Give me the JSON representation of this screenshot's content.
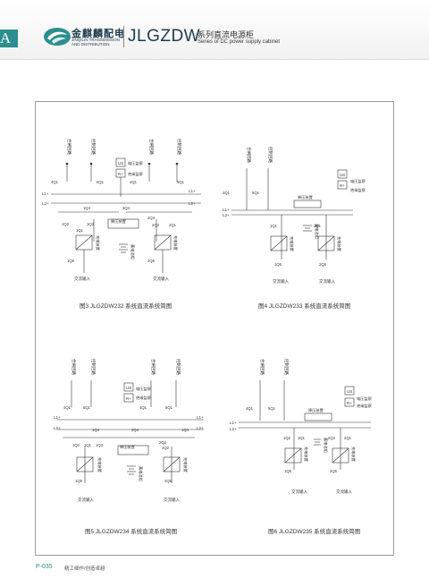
{
  "header": {
    "badge_letter": "A",
    "company_cn": "金麒麟配电",
    "company_en": "JINQILIN TRANSMISSION AND DISTRIBUTION",
    "model": "JLGZDW",
    "series_cn": "系列直流电源柜",
    "series_en": "Series of DC power supply cabinet"
  },
  "labels": {
    "closing_circuit": "合闸回路",
    "control_circuit": "控制回路",
    "ac_input": "交流输入",
    "battery": "蓄电池组",
    "charger": "充电装置",
    "dropper": "降压装置",
    "voltage_monitor": "电压监察",
    "insulation_monitor": "绝缘监察",
    "us": "US",
    "rplus": "R+",
    "l1": "L1+",
    "l2": "L2+",
    "q4q1": "4Q1",
    "q5q1": "5Q1",
    "q1q4": "1Q4",
    "q2q4": "2Q4",
    "q1q2": "1Q2",
    "q1q3": "1Q3",
    "q1q1": "1Q1",
    "q2q1": "2Q1",
    "q2q2": "2Q2",
    "q2q3": "2Q3",
    "q1q5": "1Q5",
    "q2q5": "2Q5"
  },
  "figures": [
    {
      "caption": "图3 JLGZDW232 系统直流系统简图"
    },
    {
      "caption": "图4 JLGZDW233 系统直流系统简图"
    },
    {
      "caption": "图5 JLGZDW234 系统直流系统简图"
    },
    {
      "caption": "图6 JLGZDW235 系统直流系统简图"
    }
  ],
  "footer": {
    "page": "P-035",
    "text": "精工细作/创造卓越"
  },
  "colors": {
    "brand_teal": "#2a8f8e",
    "logo_navy": "#1e3b4f",
    "line": "#333333"
  }
}
